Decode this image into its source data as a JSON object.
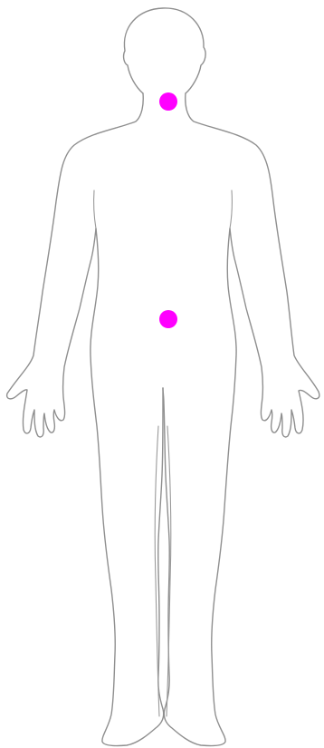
{
  "figure": {
    "icon": "human-body-outline-front-icon",
    "outline_color": "#8f8f8f"
  },
  "markers": [
    {
      "name": "neck-marker",
      "region": "neck",
      "color": "#ff00ff"
    },
    {
      "name": "abdomen-marker",
      "region": "lower-abdomen",
      "color": "#ff00ff"
    }
  ]
}
